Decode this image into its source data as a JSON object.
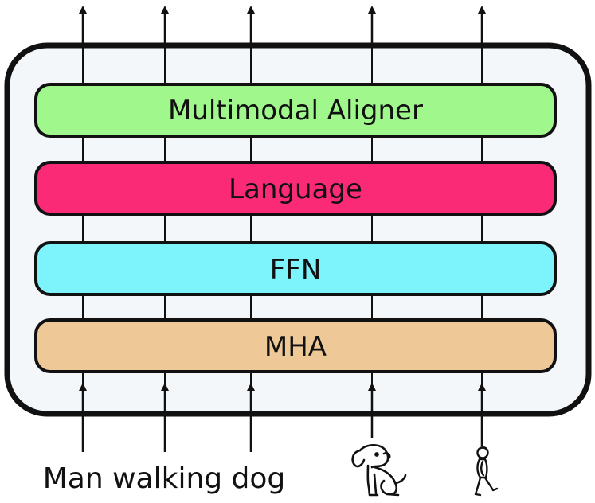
{
  "layers": [
    {
      "label": "Multimodal Aligner",
      "color": "#a0f78c"
    },
    {
      "label": "Language",
      "color": "#fa2a76"
    },
    {
      "label": "FFN",
      "color": "#7df3fb"
    },
    {
      "label": "MHA",
      "color": "#efc897"
    }
  ],
  "container_fill": "#f4f7fa",
  "input_text": "Man walking dog",
  "icons": [
    "dog-icon",
    "walking-person-icon"
  ]
}
